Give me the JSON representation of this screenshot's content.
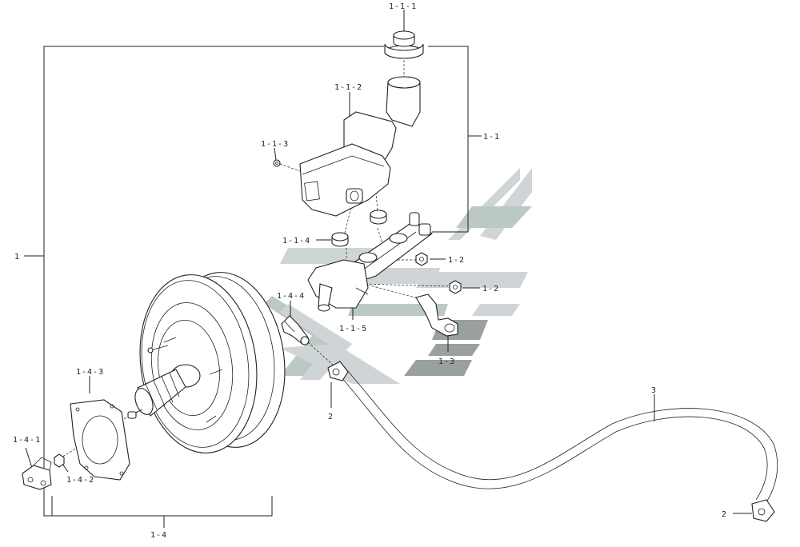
{
  "callouts": {
    "c_1_1_1": "1-1-1",
    "c_1_1_2": "1-1-2",
    "c_1_1_3": "1-1-3",
    "c_1_1": "1-1",
    "c_1_1_4": "1-1-4",
    "c_1_2_a": "1-2",
    "c_1_2_b": "1-2",
    "c_1_4_4": "1-4-4",
    "c_1_1_5": "1-1-5",
    "c_1_3": "1-3",
    "c_1": "1",
    "c_1_4_3": "1-4-3",
    "c_2_a": "2",
    "c_3": "3",
    "c_1_4_1": "1-4-1",
    "c_1_4_2": "1-4-2",
    "c_2_b": "2",
    "c_1_4": "1-4"
  },
  "colors": {
    "line": "#222222",
    "watermark": "#cfd5d6",
    "watermark_dark": "#9aa0a0"
  }
}
